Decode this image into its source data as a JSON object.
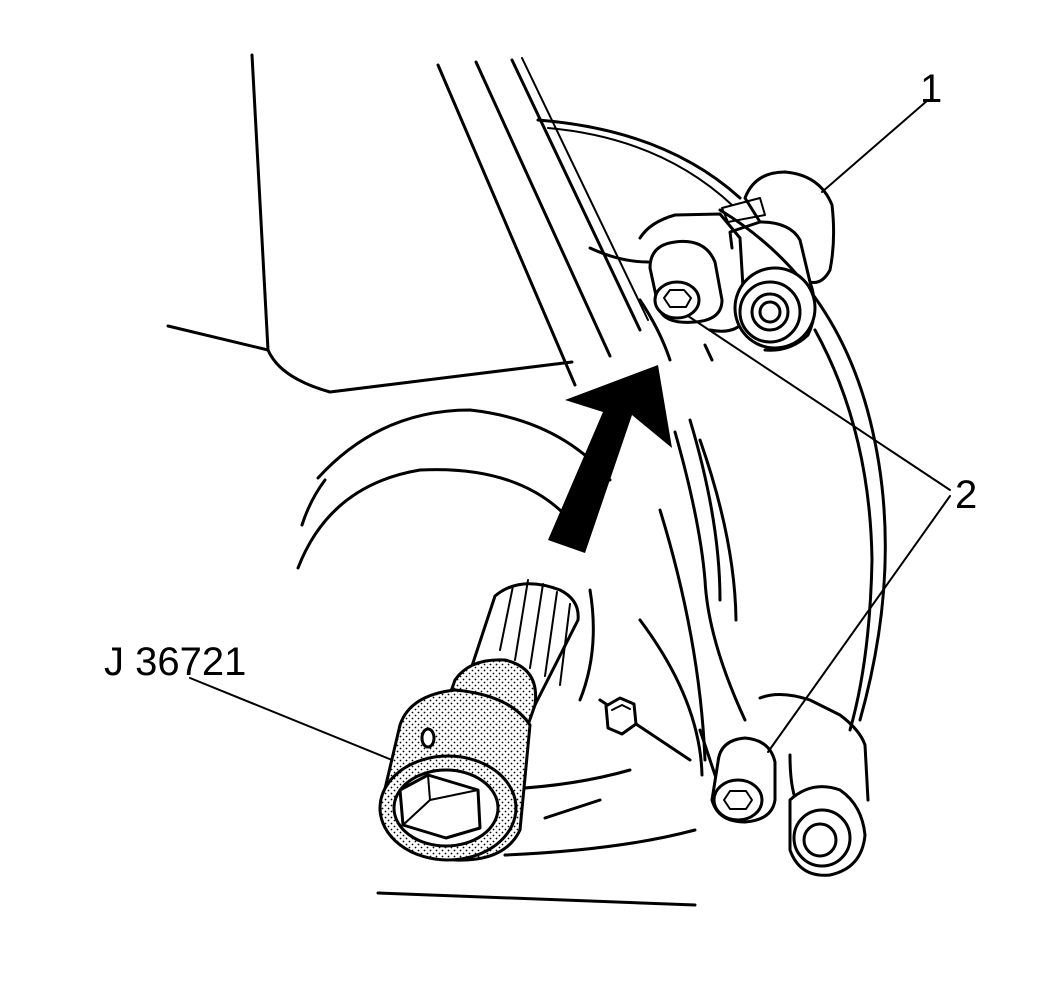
{
  "callouts": {
    "part_1": "1",
    "part_2": "2",
    "tool": "J 36721"
  }
}
